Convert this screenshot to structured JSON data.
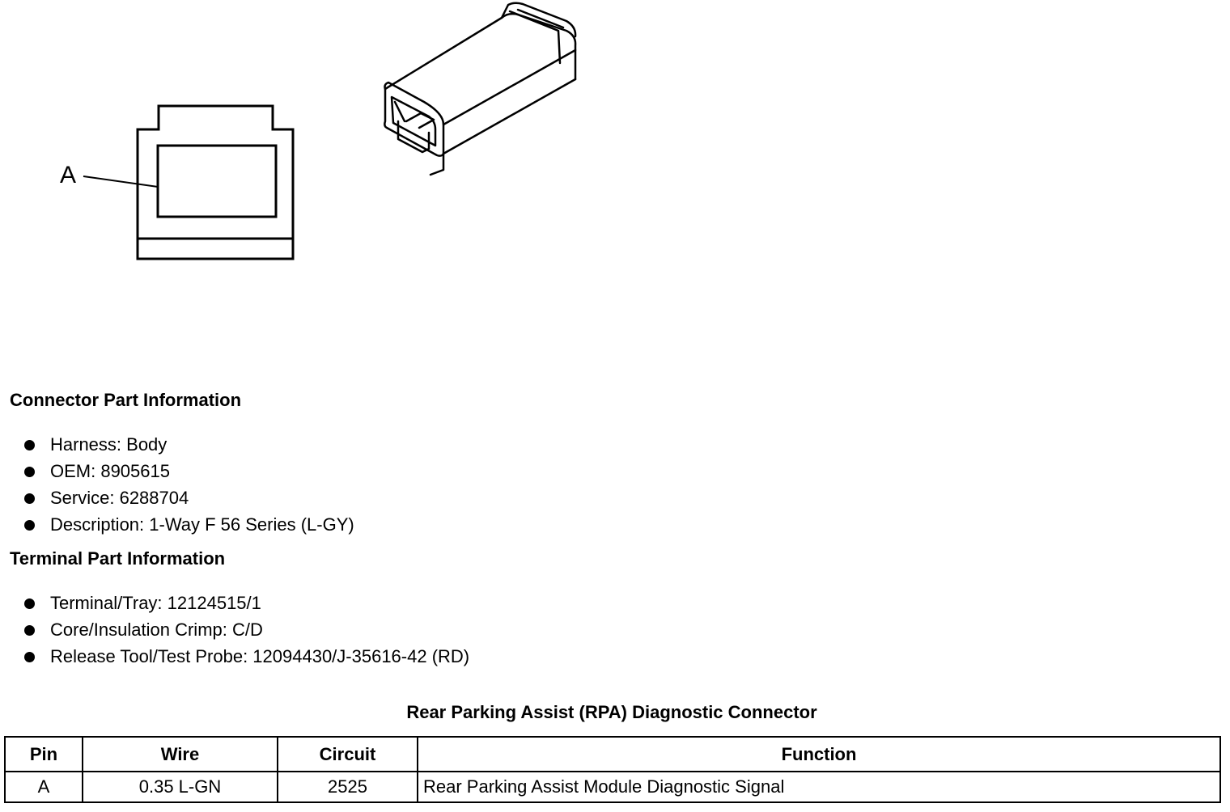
{
  "figure": {
    "callout_label": "A",
    "connector_face_icon": "connector-face-icon",
    "connector_body_icon": "connector-body-icon"
  },
  "connector_info": {
    "heading": "Connector Part Information",
    "items": [
      "Harness: Body",
      "OEM: 8905615",
      "Service: 6288704",
      "Description: 1-Way F 56 Series (L-GY)"
    ]
  },
  "terminal_info": {
    "heading": "Terminal Part Information",
    "items": [
      "Terminal/Tray: 12124515/1",
      "Core/Insulation Crimp: C/D",
      "Release Tool/Test Probe: 12094430/J-35616-42 (RD)"
    ]
  },
  "pin_table": {
    "title": "Rear Parking Assist (RPA) Diagnostic Connector",
    "headers": [
      "Pin",
      "Wire",
      "Circuit",
      "Function"
    ],
    "rows": [
      [
        "A",
        "0.35 L-GN",
        "2525",
        "Rear Parking Assist Module Diagnostic Signal"
      ]
    ]
  }
}
